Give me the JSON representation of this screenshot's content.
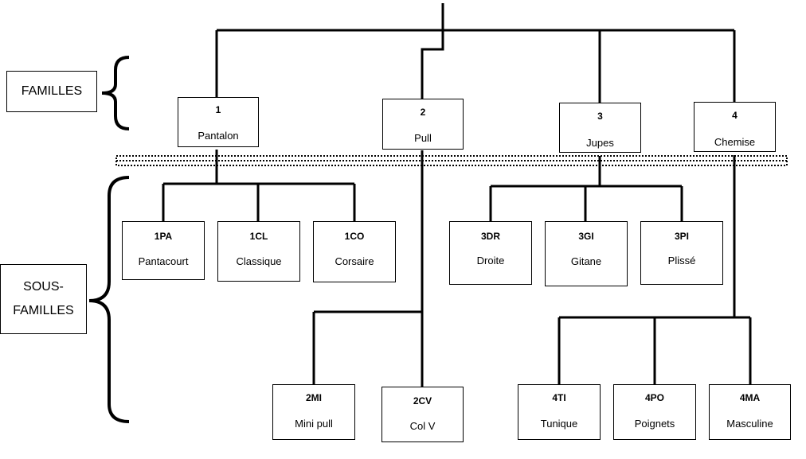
{
  "labels": {
    "familles": "FAMILLES",
    "sous_familles": "SOUS-\nFAMILLES"
  },
  "families": [
    {
      "code": "1",
      "name": "Pantalon"
    },
    {
      "code": "2",
      "name": "Pull"
    },
    {
      "code": "3",
      "name": "Jupes"
    },
    {
      "code": "4",
      "name": "Chemise"
    }
  ],
  "subfamilies": [
    {
      "code": "1PA",
      "name": "Pantacourt"
    },
    {
      "code": "1CL",
      "name": "Classique"
    },
    {
      "code": "1CO",
      "name": "Corsaire"
    },
    {
      "code": "3DR",
      "name": "Droite"
    },
    {
      "code": "3GI",
      "name": "Gitane"
    },
    {
      "code": "3PI",
      "name": "Plissé"
    },
    {
      "code": "2MI",
      "name": "Mini pull"
    },
    {
      "code": "2CV",
      "name": "Col V"
    },
    {
      "code": "4TI",
      "name": "Tunique"
    },
    {
      "code": "4PO",
      "name": "Poignets"
    },
    {
      "code": "4MA",
      "name": "Masculine"
    }
  ]
}
